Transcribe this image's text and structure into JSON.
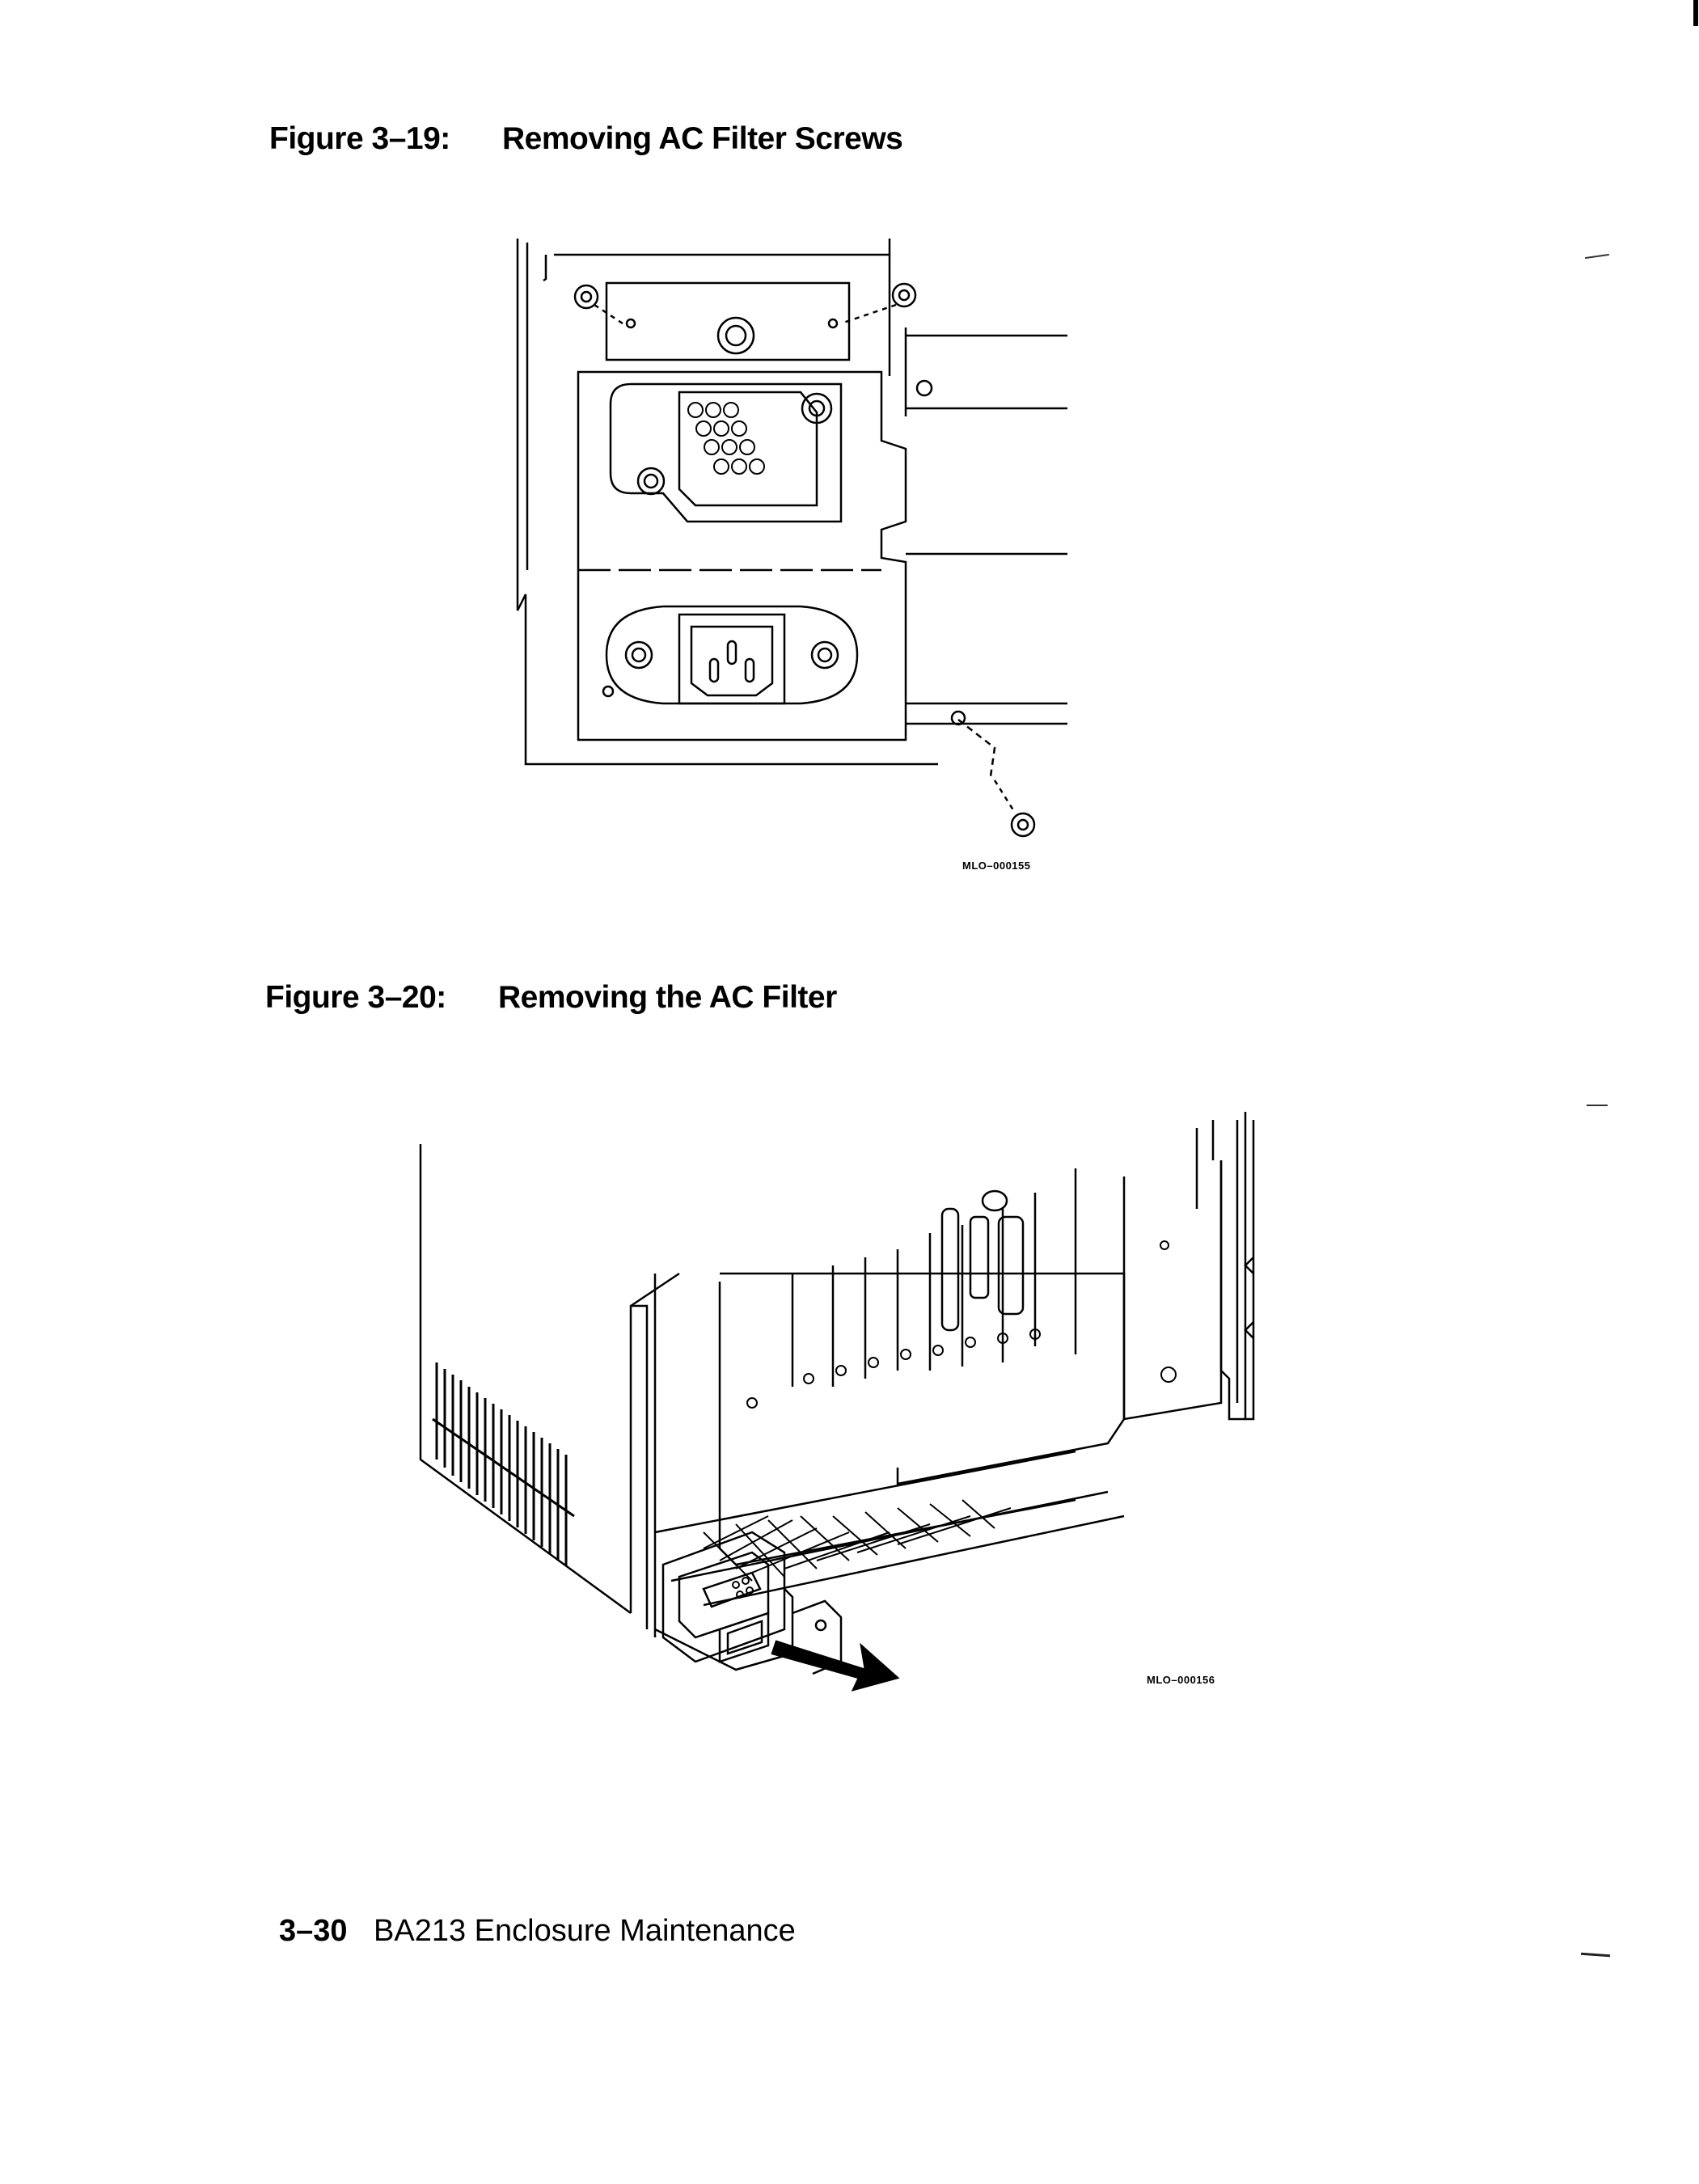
{
  "figures": [
    {
      "number": "Figure 3–19:",
      "title": "Removing AC Filter Screws",
      "art_id": "MLO–000155"
    },
    {
      "number": "Figure 3–20:",
      "title": "Removing the AC Filter",
      "art_id": "MLO–000156"
    }
  ],
  "footer": {
    "page_number": "3–30",
    "section": "BA213 Enclosure Maintenance"
  }
}
